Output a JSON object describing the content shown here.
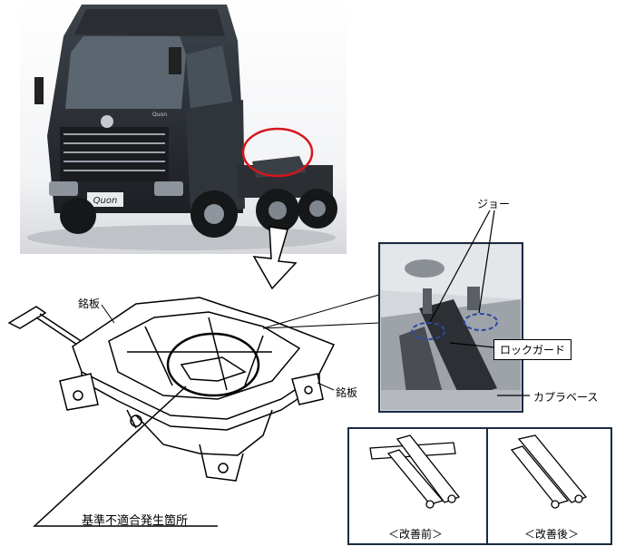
{
  "truck": {
    "brand_grille": "Quon",
    "brand_cab": "Quon"
  },
  "labels": {
    "nameplate_1": "銘板",
    "nameplate_2": "銘板",
    "jaw": "ジョー",
    "lock_guard": "ロックガード",
    "coupler_base": "カプラベース",
    "nonconformity": "基準不適合発生箇所",
    "before": "＜改善前＞",
    "after": "＜改善後＞"
  },
  "colors": {
    "highlight_ring": "#d8141c",
    "frame": "#1a2a44",
    "photo_bg": "#d9dde3",
    "truck_body": "#2c3036"
  }
}
